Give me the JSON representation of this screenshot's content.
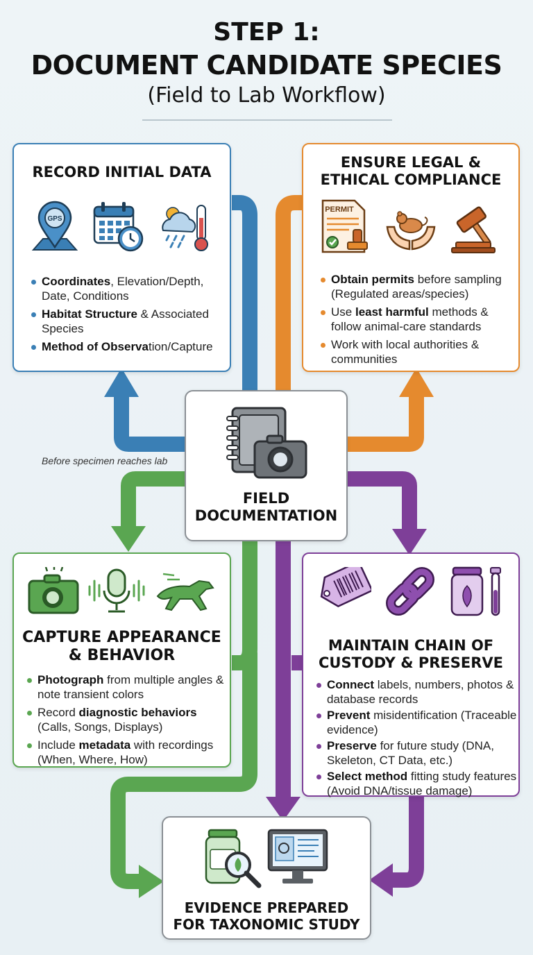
{
  "title": {
    "line1": "STEP 1:",
    "line2": "DOCUMENT CANDIDATE SPECIES",
    "line3": "(Field to Lab Workflow)"
  },
  "colors": {
    "blue": "#3a7fb5",
    "orange": "#e58a2e",
    "green": "#5aa651",
    "purple": "#7e3f98",
    "gray": "#8a8f94"
  },
  "record": {
    "heading": "RECORD INITIAL DATA",
    "icons": [
      "gps-pin-icon",
      "calendar-clock-icon",
      "weather-thermometer-icon"
    ],
    "gps_label": "GPS",
    "points": [
      {
        "bold": "Coordinates",
        "text": ", Elevation/Depth, Date, Conditions"
      },
      {
        "bold": "Habitat Structure",
        "text": " & Associated Species"
      },
      {
        "bold": "Method of Observa",
        "text": "tion/Capture"
      }
    ]
  },
  "legal": {
    "heading_line1": "ENSURE LEGAL &",
    "heading_line2": "ETHICAL COMPLIANCE",
    "icons": [
      "permit-document-icon",
      "hands-animal-icon",
      "gavel-icon"
    ],
    "permit_label": "PERMIT",
    "points": [
      {
        "bold": "Obtain permits",
        "text": " before sampling (Regulated areas/species)"
      },
      {
        "pre": "Use ",
        "bold": "least harmful",
        "text": " methods & follow animal-care standards"
      },
      {
        "bold": "",
        "text": "Work with local authorities & communities"
      }
    ]
  },
  "field": {
    "heading_line1": "FIELD",
    "heading_line2": "DOCUMENTATION",
    "icons": [
      "notebook-camera-icon"
    ]
  },
  "note": "Before specimen reaches lab",
  "capture": {
    "heading_line1": "CAPTURE APPEARANCE",
    "heading_line2": "& BEHAVIOR",
    "icons": [
      "camera-icon",
      "microphone-icon",
      "running-animal-icon"
    ],
    "points": [
      {
        "bold": "Photograph",
        "text": " from multiple angles & note transient colors"
      },
      {
        "pre": "Record ",
        "bold": "diagnostic behaviors",
        "text": " (Calls, Songs, Displays)"
      },
      {
        "pre": "Include ",
        "bold": "metadata",
        "text": " with recordings (When, Where, How)"
      }
    ]
  },
  "chain": {
    "heading_line1": "MAINTAIN CHAIN OF",
    "heading_line2": "CUSTODY & PRESERVE",
    "icons": [
      "barcode-tag-icon",
      "chain-link-icon",
      "specimen-jar-icon"
    ],
    "points": [
      {
        "bold": "Connect",
        "text": " labels, numbers, photos & database records"
      },
      {
        "bold": "Prevent",
        "text": " misidentification (Traceable evidence)"
      },
      {
        "bold": "Preserve",
        "text": " for future study (DNA, Skeleton, CT Data, etc.)"
      },
      {
        "bold": "Select method",
        "text": " fitting study features (Avoid DNA/tissue damage)"
      }
    ]
  },
  "evidence": {
    "heading_line1": "EVIDENCE PREPARED",
    "heading_line2": "FOR TAXONOMIC STUDY",
    "icons": [
      "jar-magnifier-icon",
      "computer-database-icon"
    ]
  }
}
